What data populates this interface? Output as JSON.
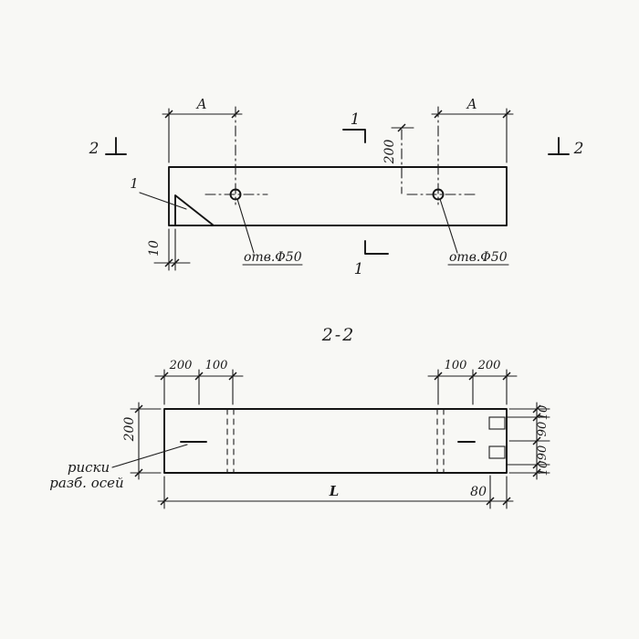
{
  "colors": {
    "ink": "#1d1d1d",
    "paper": "#f8f8f5"
  },
  "top_view": {
    "dim_a_left": "A",
    "dim_a_right": "A",
    "section_mark_2_left": "2",
    "section_mark_2_right": "2",
    "section_mark_1_top": "1",
    "section_mark_1_bottom": "1",
    "dim_200": "200",
    "dim_10": "10",
    "hole_note_left": "отв.Φ50",
    "hole_note_right": "отв.Φ50",
    "detail_callout": "1"
  },
  "section_view": {
    "title": "2-2",
    "dim_top_left_200": "200",
    "dim_top_left_100": "100",
    "dim_top_right_100": "100",
    "dim_top_right_200": "200",
    "dim_height_200": "200",
    "dim_right_stack": [
      "10",
      "90",
      "90",
      "10"
    ],
    "dim_length": "L",
    "dim_80": "80",
    "axis_note_line1": "риски",
    "axis_note_line2": "разб. осей"
  }
}
